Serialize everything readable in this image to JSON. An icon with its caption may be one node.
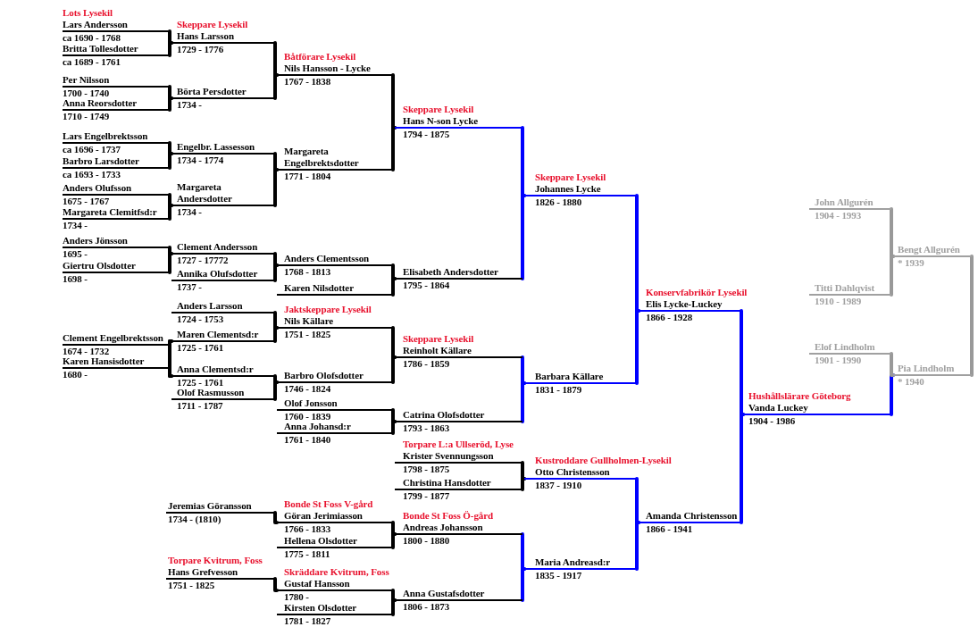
{
  "diagram": {
    "nodes": [
      {
        "text": [
          "Lots Lysekil",
          "Lars Andersson",
          "ca 1690 - 1768"
        ]
      },
      {
        "text": [
          "Britta Tollesdotter",
          "ca 1689 - 1761"
        ]
      },
      {
        "text": [
          "Per Nilsson",
          "1700 - 1740"
        ]
      },
      {
        "text": [
          "Anna Reorsdotter",
          "1710 - 1749"
        ]
      },
      {
        "text": [
          "Lars Engelbrektsson",
          "ca 1696 - 1737"
        ]
      },
      {
        "text": [
          "Barbro Larsdotter",
          "ca 1693 - 1733"
        ]
      },
      {
        "text": [
          "Anders Olufsson",
          "1675 - 1767"
        ]
      },
      {
        "text": [
          "Margareta Clemitfsd:r",
          "1734 -"
        ]
      },
      {
        "text": [
          "Anders Jönsson",
          "1695 -"
        ]
      },
      {
        "text": [
          "Giertru Olsdotter",
          "1698 -"
        ]
      },
      {
        "text": [
          "Clement Engelbrektsson",
          "1674 - 1732"
        ]
      },
      {
        "text": [
          "Karen Hansisdotter",
          "1680 -"
        ]
      },
      {
        "text": [
          "Jeremias Göransson",
          "1734 - (1810)"
        ]
      },
      {
        "text": [
          "Torpare Kvitrum, Foss",
          "Hans Grefvesson",
          "1751 - 1825"
        ]
      },
      {
        "text": [
          "Skeppare Lysekil",
          "Hans Larsson",
          "1729 - 1776"
        ]
      },
      {
        "text": [
          "Börta Persdotter",
          "1734 -"
        ]
      },
      {
        "text": [
          "Engelbr. Lassesson",
          "1734 - 1774"
        ]
      },
      {
        "text": [
          "Margareta Andersdotter",
          "1734 -"
        ]
      },
      {
        "text": [
          "Clement Andersson",
          "1727 - 17772"
        ]
      },
      {
        "text": [
          "Annika Olufsdotter",
          "1737 -"
        ]
      },
      {
        "text": [
          "Anders Larsson",
          "1724 - 1753"
        ]
      },
      {
        "text": [
          "Maren Clementsd:r",
          "1725 - 1761"
        ]
      },
      {
        "text": [
          "Anna Clementsd:r",
          "1725 - 1761"
        ]
      },
      {
        "text": [
          "Olof Rasmusson",
          "1711 - 1787"
        ]
      },
      {
        "text": [
          "Båtförare Lysekil",
          "Nils Hansson - Lycke",
          "1767 - 1838"
        ]
      },
      {
        "text": [
          "Margareta Engelbrektsdotter",
          "1771 - 1804"
        ]
      },
      {
        "text": [
          "Anders Clementsson",
          "1768 - 1813"
        ]
      },
      {
        "text": [
          "Karen Nilsdotter"
        ]
      },
      {
        "text": [
          "Jaktskeppare Lysekil",
          "Nils Källare",
          "1751 - 1825"
        ]
      },
      {
        "text": [
          "Barbro Olofsdotter",
          "1746 - 1824"
        ]
      },
      {
        "text": [
          "Olof Jonsson",
          "1760 - 1839"
        ]
      },
      {
        "text": [
          "Anna Johansd:r",
          "1761 - 1840"
        ]
      },
      {
        "text": [
          "Bonde St Foss V-gård",
          "Göran Jerimiasson",
          "1766 - 1833"
        ]
      },
      {
        "text": [
          "Hellena Olsdotter",
          "1775 - 1811"
        ]
      },
      {
        "text": [
          "Skräddare Kvitrum, Foss",
          "Gustaf Hansson",
          "1780 -"
        ]
      },
      {
        "text": [
          "Kirsten Olsdotter",
          "1781 - 1827"
        ]
      },
      {
        "text": [
          "Skeppare Lysekil",
          "Hans N-son Lycke",
          "1794 - 1875"
        ]
      },
      {
        "text": [
          "Elisabeth Andersdotter",
          "1795 - 1864"
        ]
      },
      {
        "text": [
          "Skeppare Lysekil",
          "Reinholt Källare",
          "1786 - 1859"
        ]
      },
      {
        "text": [
          "Catrina Olofsdotter",
          "1793 - 1863"
        ]
      },
      {
        "text": [
          "Torpare L:a Ullseröd, Lyse",
          "Krister Svennungsson",
          "1798 - 1875"
        ]
      },
      {
        "text": [
          "Christina Hansdotter",
          "1799 - 1877"
        ]
      },
      {
        "text": [
          "Bonde St Foss Ö-gård",
          "Andreas Johansson",
          "1800 - 1880"
        ]
      },
      {
        "text": [
          "Anna Gustafsdotter",
          "1806 - 1873"
        ]
      },
      {
        "text": [
          "Skeppare Lysekil",
          "Johannes Lycke",
          "1826 - 1880"
        ]
      },
      {
        "text": [
          "Barbara Källare",
          "1831 - 1879"
        ]
      },
      {
        "text": [
          "Kustroddare Gullholmen-Lysekil",
          "Otto Christensson",
          "1837 - 1910"
        ]
      },
      {
        "text": [
          "Maria Andreasd:r",
          "1835 - 1917"
        ]
      },
      {
        "text": [
          "Konservfabrikör Lysekil",
          "Elis Lycke-Luckey",
          "1866 - 1928"
        ]
      },
      {
        "text": [
          "Amanda Christensson",
          "1866 - 1941"
        ]
      },
      {
        "text": [
          "Hushållslärare Göteborg",
          "Vanda Luckey",
          "1904 - 1986"
        ]
      },
      {
        "text": [
          "John Allgurén",
          "1904 - 1993"
        ]
      },
      {
        "text": [
          "Titti Dahlqvist",
          "1910 - 1989"
        ]
      },
      {
        "text": [
          "Elof Lindholm",
          "1901 - 1990"
        ]
      },
      {
        "text": [
          "Bengt Allgurén",
          "* 1939"
        ]
      },
      {
        "text": [
          "Pia Lindholm",
          "* 1940"
        ]
      }
    ],
    "edges": [
      {
        "from": 0,
        "to": 14,
        "arrow": "none"
      },
      {
        "from": 1,
        "to": 14,
        "arrow": "none"
      },
      {
        "from": 2,
        "to": 15,
        "arrow": "none"
      },
      {
        "from": 3,
        "to": 15,
        "arrow": "none"
      },
      {
        "from": 4,
        "to": 16,
        "arrow": "none"
      },
      {
        "from": 5,
        "to": 16,
        "arrow": "none"
      },
      {
        "from": 6,
        "to": 17,
        "arrow": "none"
      },
      {
        "from": 7,
        "to": 17,
        "arrow": "none"
      },
      {
        "from": 8,
        "to": 18,
        "arrow": "none"
      },
      {
        "from": 9,
        "to": 18,
        "arrow": "none"
      },
      {
        "from": 10,
        "to": 21,
        "arrow": "none"
      },
      {
        "from": 11,
        "to": 21,
        "arrow": "none"
      },
      {
        "from": 10,
        "to": 22,
        "arrow": "none"
      },
      {
        "from": 11,
        "to": 22,
        "arrow": "none"
      },
      {
        "from": 12,
        "to": 32,
        "arrow": "none"
      },
      {
        "from": 13,
        "to": 34,
        "arrow": "none"
      },
      {
        "from": 14,
        "to": 24,
        "arrow": "none"
      },
      {
        "from": 15,
        "to": 24,
        "arrow": "none"
      },
      {
        "from": 16,
        "to": 25,
        "arrow": "none"
      },
      {
        "from": 17,
        "to": 25,
        "arrow": "none"
      },
      {
        "from": 18,
        "to": 26,
        "arrow": "none"
      },
      {
        "from": 19,
        "to": 26,
        "arrow": "none"
      },
      {
        "from": 20,
        "to": 28,
        "arrow": "none"
      },
      {
        "from": 21,
        "to": 28,
        "arrow": "none"
      },
      {
        "from": 22,
        "to": 29,
        "arrow": "none"
      },
      {
        "from": 23,
        "to": 29,
        "arrow": "none"
      },
      {
        "from": 24,
        "to": 36,
        "arrow": "none"
      },
      {
        "from": 25,
        "to": 36,
        "arrow": "none"
      },
      {
        "from": 26,
        "to": 37,
        "arrow": "none"
      },
      {
        "from": 27,
        "to": 37,
        "arrow": "none"
      },
      {
        "from": 28,
        "to": 38,
        "arrow": "none"
      },
      {
        "from": 29,
        "to": 38,
        "arrow": "none"
      },
      {
        "from": 30,
        "to": 39,
        "arrow": "none"
      },
      {
        "from": 31,
        "to": 39,
        "arrow": "none"
      },
      {
        "from": 32,
        "to": 42,
        "arrow": "none"
      },
      {
        "from": 33,
        "to": 42,
        "arrow": "none"
      },
      {
        "from": 34,
        "to": 43,
        "arrow": "none"
      },
      {
        "from": 35,
        "to": 43,
        "arrow": "none"
      },
      {
        "from": 36,
        "to": 44,
        "arrow": "none",
        "color": "#0000ff"
      },
      {
        "from": 37,
        "to": 44,
        "arrow": "none",
        "color": "#0000ff"
      },
      {
        "from": 38,
        "to": 45,
        "arrow": "none",
        "color": "#0000ff"
      },
      {
        "from": 39,
        "to": 45,
        "arrow": "none",
        "color": "#0000ff"
      },
      {
        "from": 40,
        "to": 46,
        "arrow": "none"
      },
      {
        "from": 41,
        "to": 46,
        "arrow": "none"
      },
      {
        "from": 42,
        "to": 47,
        "arrow": "none",
        "color": "#0000ff"
      },
      {
        "from": 43,
        "to": 47,
        "arrow": "none",
        "color": "#0000ff"
      },
      {
        "from": 44,
        "to": 48,
        "arrow": "none",
        "color": "#0000ff"
      },
      {
        "from": 45,
        "to": 48,
        "arrow": "none",
        "color": "#0000ff"
      },
      {
        "from": 46,
        "to": 49,
        "arrow": "none",
        "color": "#0000ff"
      },
      {
        "from": 47,
        "to": 49,
        "arrow": "none",
        "color": "#0000ff"
      },
      {
        "from": 48,
        "to": 50,
        "arrow": "none",
        "color": "#0000ff"
      },
      {
        "from": 49,
        "to": 50,
        "arrow": "none",
        "color": "#0000ff"
      },
      {
        "from": 50,
        "to": 55,
        "arrow": "none",
        "color": "#0000ff"
      },
      {
        "from": 51,
        "to": 54,
        "arrow": "none",
        "color": "#999999"
      },
      {
        "from": 52,
        "to": 54,
        "arrow": "none",
        "color": "#999999"
      },
      {
        "from": 53,
        "to": 55,
        "arrow": "none",
        "color": "#999999"
      },
      {
        "from": 54,
        "to": 55,
        "arrow": "none",
        "color": "#999999"
      }
    ]
  }
}
